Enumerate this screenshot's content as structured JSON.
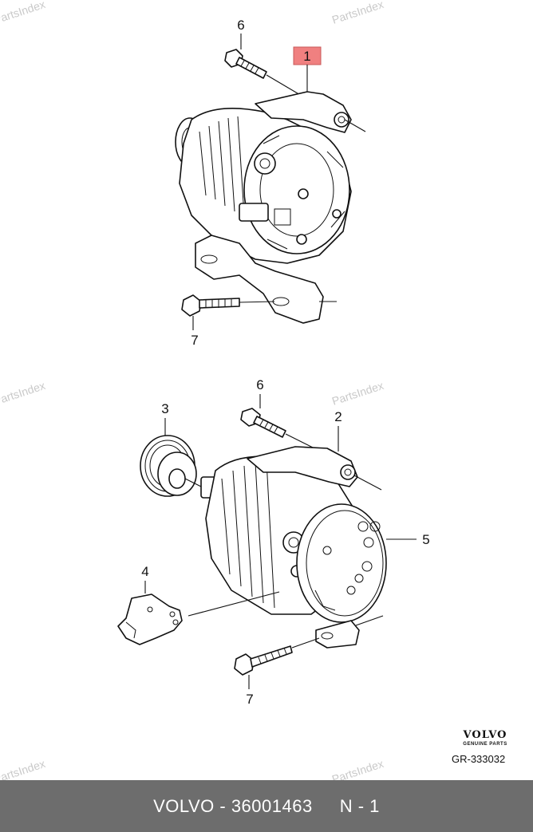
{
  "watermark": "PartsIndex",
  "callouts": {
    "c1": "1",
    "c2": "2",
    "c3": "3",
    "c4": "4",
    "c5": "5",
    "c6a": "6",
    "c6b": "6",
    "c7a": "7",
    "c7b": "7"
  },
  "brand": {
    "name": "VOLVO",
    "tagline": "GENUINE PARTS"
  },
  "reference": "GR-333032",
  "footer": {
    "part": "VOLVO - 36001463",
    "qty": "N - 1"
  },
  "colors": {
    "highlight": "#f08080",
    "footer_bg": "#6d6d6d"
  }
}
